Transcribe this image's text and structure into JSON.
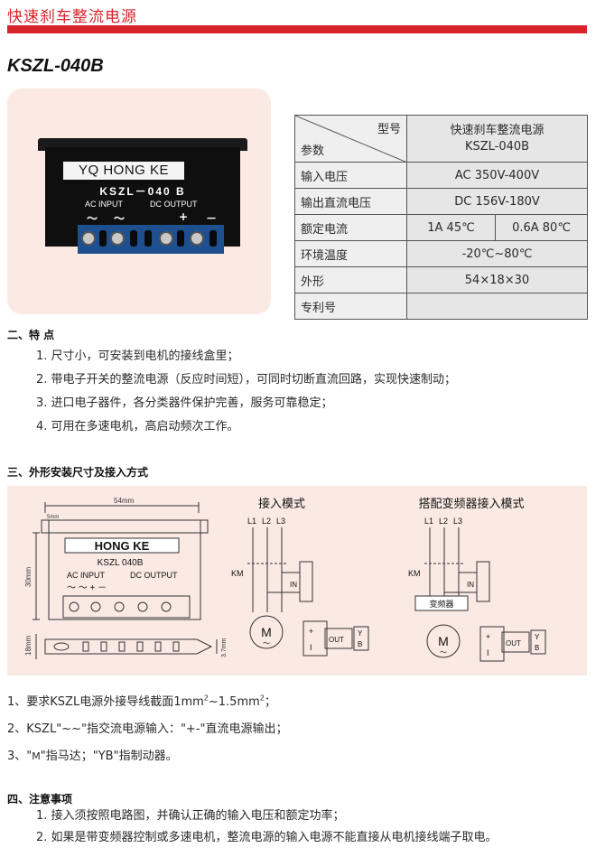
{
  "header": {
    "title": "快速刹车整流电源"
  },
  "model": "KSZL-040B",
  "module_photo": {
    "brand": "YQ HONG KE",
    "model": "KSZL－040 B",
    "ac_label": "AC INPUT",
    "dc_label": "DC OUTPUT",
    "signs": [
      "～",
      "～",
      "+",
      "－"
    ]
  },
  "spec": {
    "header_right_top": "型号",
    "header_left_bottom": "参数",
    "header_value_line1": "快速刹车整流电源",
    "header_value_line2": "KSZL-040B",
    "rows": [
      {
        "label": "输入电压",
        "value": "AC 350V-400V"
      },
      {
        "label": "输出直流电压",
        "value": "DC 156V-180V"
      },
      {
        "label": "额定电流",
        "value_a": "1A  45℃",
        "value_b": "0.6A  80℃"
      },
      {
        "label": "环境温度",
        "value": "-20℃~80℃"
      },
      {
        "label": "外形",
        "value": "54×18×30"
      },
      {
        "label": "专利号",
        "value": ""
      }
    ]
  },
  "features": {
    "title": "二、特 点",
    "items": [
      "1. 尺寸小，可安装到电机的接线盒里；",
      "2. 带电子开关的整流电源（反应时间短），可同时切断直流回路，实现快速制动；",
      "3. 进口电子器件，各分类器件保护完善，服务可靠稳定；",
      "4. 可用在多速电机，高启动频次工作。"
    ]
  },
  "install": {
    "title": "三、外形安装尺寸及接入方式",
    "dim_width": "54mm",
    "dim_height": "30mm",
    "dim_depth": "18mm",
    "dim_small": "3.7mm",
    "dim_hole": "5mm",
    "drawing_brand": "HONG   KE",
    "drawing_model": "KSZL  040B",
    "drawing_ac": "AC INPUT",
    "drawing_dc": "DC OUTPUT",
    "drawing_signs": "～   ～       +    －",
    "mode1_title": "接入模式",
    "mode2_title": "搭配变频器接入模式",
    "l1": "L1",
    "l2": "L2",
    "l3": "L3",
    "km": "KM",
    "in": "IN",
    "out": "OUT",
    "motor": "M",
    "motor_wave": "～",
    "yb_y": "Y",
    "yb_b": "B",
    "plus": "+",
    "minus": "I",
    "vfd": "变频器"
  },
  "notes": {
    "n1_pre": "1、要求KSZL电源外接导线截面1mm",
    "n1_sup1": "2",
    "n1_mid": "~1.5mm",
    "n1_sup2": "2",
    "n1_end": "；",
    "n2": "2、KSZL\"~~\"指交流电源输入：\"+-\"直流电源输出；",
    "n3_pre": "3、\"",
    "n3_m": "M",
    "n3_post": "\"指马达；\"YB\"指制动器。"
  },
  "cautions": {
    "title": "四、注意事项",
    "items": [
      "1. 接入须按照电路图，并确认正确的输入电压和额定功率；",
      "2. 如果是带变频器控制或多速电机，整流电源的输入电源不能直接从电机接线端子取电。"
    ]
  },
  "colors": {
    "accent": "#d8232a",
    "panel": "#fbeae4",
    "terminal": "#1e4f8f"
  }
}
